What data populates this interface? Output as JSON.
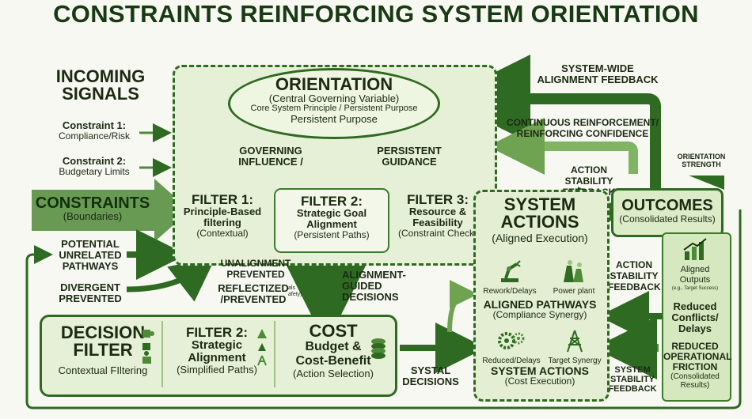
{
  "title": "CONSTRAINTS REINFORCING SYSTEM ORIENTATION",
  "incoming": {
    "title_line1": "INCOMING",
    "title_line2": "SIGNALS",
    "c1_label": "Constraint 1:",
    "c1_sub": "Compliance/Risk",
    "c2_label": "Constraint 2:",
    "c2_sub": "Budgetary Limits",
    "constraints": "CONSTRAINTS",
    "constraints_sub": "(Boundaries)",
    "potential_1": "POTENTIAL",
    "potential_2": "UNRELATED",
    "potential_3": "PATHWAYS",
    "divergent_1": "DIVERGENT",
    "divergent_2": "PREVENTED"
  },
  "orientation": {
    "title": "ORIENTATION",
    "sub1": "(Central Governing Variable)",
    "sub2": "Core System Principle / Persistent Purpose",
    "sub3": "Persistent Purpose"
  },
  "labels": {
    "governing_1": "GOVERNING",
    "governing_2": "INFLUENCE /",
    "persistent_1": "PERSISTENT",
    "persistent_2": "GUIDANCE",
    "unalign_1": "UNALIGNMENT",
    "unalign_2": "PREVENTED",
    "reflect_1": "REFLECTIZED",
    "reflect_2": "/PREVENTED",
    "reflect_tail_1": "als",
    "reflect_tail_2": "afety)",
    "alignment_1": "ALIGNMENT-",
    "alignment_2": "GUIDED",
    "alignment_3": "DECISIONS",
    "systal_1": "SYSTAL",
    "systal_2": "DECISIONS",
    "system_wide_1": "SYSTEM-WIDE",
    "system_wide_2": "ALIGNMENT FEEDBACK",
    "continuous_1": "CONTINUOUS REINFORCEMENT/",
    "continuous_2": "REINFORCING CONFIDENCE",
    "action_stab_1": "ACTION",
    "action_stab_2": "STABILITY",
    "action_stab_3": "FEEDBACK",
    "action_stab_b1": "ACTION",
    "action_stab_b2": "STABILITY",
    "action_stab_b3": "FEEDBACK",
    "system_stab_1": "SYSTEM",
    "system_stab_2": "STABILITY",
    "system_stab_3": "FEEDBACK",
    "orient_strength_1": "ORIENTATION",
    "orient_strength_2": "STRENGTH"
  },
  "filters": {
    "f1_title": "FILTER 1:",
    "f1_l1": "Principle-Based",
    "f1_l2": "filtering",
    "f1_sub": "(Contextual)",
    "f2_title": "FILTER 2:",
    "f2_l1": "Strategic Goal",
    "f2_l2": "Alignment",
    "f2_sub": "(Persistent Paths)",
    "f3_title": "FILTER 3:",
    "f3_l1": "Resource &",
    "f3_l2": "Feasibility",
    "f3_sub": "(Constraint Check)"
  },
  "system_actions": {
    "title1": "SYSTEM",
    "title2": "ACTIONS",
    "sub": "(Aligned Execution)",
    "icon1": "Rework/Delays",
    "icon2": "Power plant",
    "aligned_title": "ALIGNED PATHWAYS",
    "aligned_sub": "(Compliance Synergy)",
    "icon3": "Reduced/Delays",
    "icon4": "Target Synergy",
    "sa2_title": "SYSTEM ACTIONS",
    "sa2_sub": "(Cost Execution)"
  },
  "outcomes": {
    "title": "OUTCOMES",
    "sub": "(Consolidated Results)",
    "aligned_1": "Aligned",
    "aligned_2": "Outputs",
    "aligned_3": "(e.g., Target Success)",
    "reduced_1": "Reduced",
    "reduced_2": "Conflicts/",
    "reduced_3": "Delays",
    "friction_1": "REDUCED",
    "friction_2": "OPERATIONAL",
    "friction_3": "FRICTION",
    "friction_4": "(Consolidated",
    "friction_5": "Results)"
  },
  "bottom": {
    "decision_1": "DECISION",
    "decision_2": "FILTER",
    "decision_sub": "Contextual FIltering",
    "f2_title": "FILTER 2:",
    "f2_l1": "Strategic",
    "f2_l2": "Alignment",
    "f2_sub": "(Simplified Paths)",
    "cost_title": "COST",
    "cost_l1": "Budget &",
    "cost_l2": "Cost-Benefit",
    "cost_sub": "(Action Selection)"
  },
  "colors": {
    "dark_green": "#2f6a23",
    "arrow_green": "#4f8a38",
    "light_green": "#e6f0d6",
    "text_dark": "#1c2a12"
  }
}
